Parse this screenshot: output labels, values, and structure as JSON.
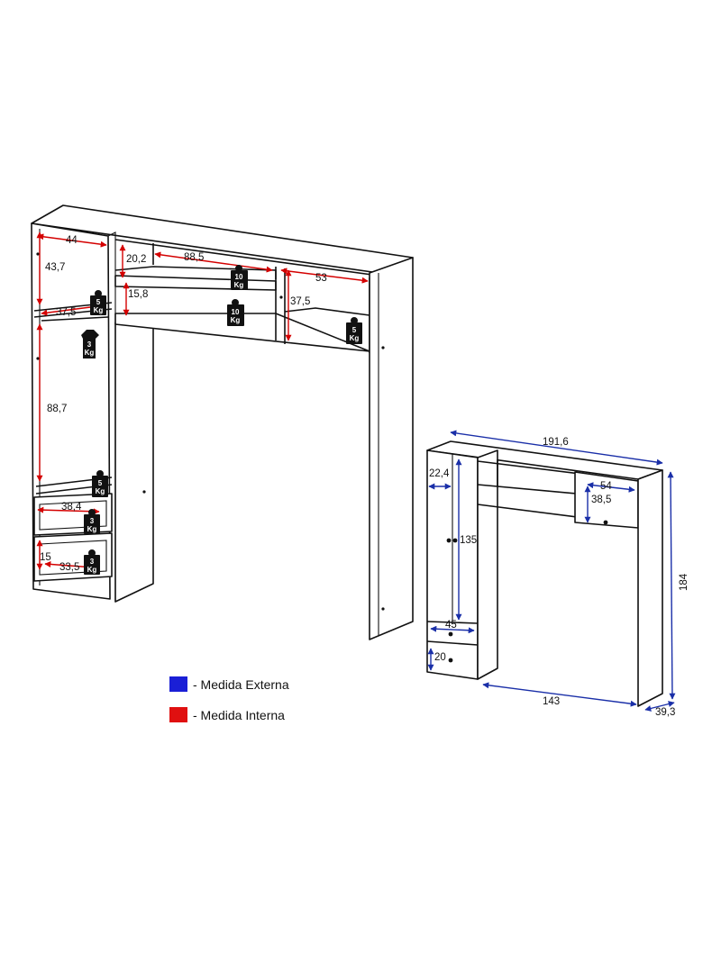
{
  "left_view": {
    "internal_dims": {
      "top_left_width": "44",
      "top_left_height": "43,7",
      "top_left_shelf_depth": "37,5",
      "hanging_height": "88,7",
      "drawer_width": "38,4",
      "drawer_height": "15",
      "drawer_inner_width": "33,5",
      "middle_upper_height": "20,2",
      "middle_width": "88,5",
      "middle_lower_height": "15,8",
      "right_height": "37,5",
      "right_width": "53"
    },
    "load_badges": {
      "top_left": {
        "weight": "5",
        "unit": "Kg"
      },
      "middle_upper": {
        "weight": "10",
        "unit": "Kg"
      },
      "middle_lower": {
        "weight": "10",
        "unit": "Kg"
      },
      "right": {
        "weight": "5",
        "unit": "Kg"
      },
      "hanging_rail": {
        "weight": "3",
        "unit": "Kg"
      },
      "bottom_shelf": {
        "weight": "5",
        "unit": "Kg"
      },
      "drawer_1": {
        "weight": "3",
        "unit": "Kg"
      },
      "drawer_2": {
        "weight": "3",
        "unit": "Kg"
      }
    }
  },
  "right_view": {
    "dims": {
      "total_width": "191,6",
      "left_column_width": "22,4",
      "right_box_width": "54",
      "right_box_height": "38,5",
      "door_height": "135",
      "drawer_width": "45",
      "drawer_height": "20",
      "opening_width": "143",
      "total_height": "184",
      "depth": "39,3"
    }
  },
  "legend": {
    "external": {
      "label": "- Medida Externa",
      "color": "#1a1fd6"
    },
    "internal": {
      "label": "- Medida Interna",
      "color": "#e01010"
    }
  },
  "colors": {
    "internal_line": "#d40000",
    "external_line": "#1a2fa8",
    "outline": "#111111"
  }
}
